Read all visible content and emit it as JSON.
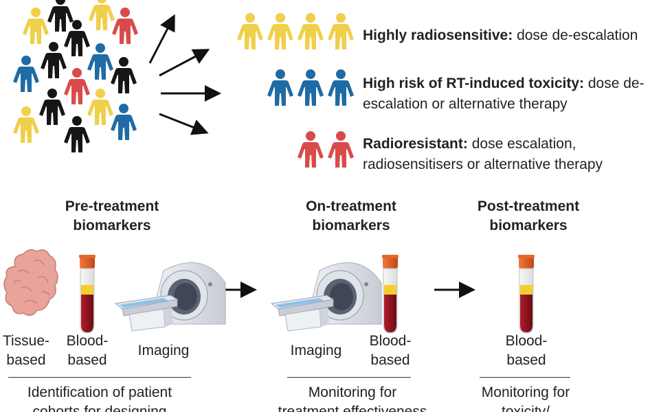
{
  "groups": [
    {
      "label": "Highly radiosensitive:",
      "text_lines": [
        "dose de-escalation"
      ],
      "color": "#F0CF4A"
    },
    {
      "label": "High risk of RT-induced toxicity:",
      "text_lines": [
        "dose de-",
        "escalation or alternative therapy"
      ],
      "color": "#1F6BA5"
    },
    {
      "label": "Radioresistant:",
      "text_lines": [
        "dose escalation,",
        "radiosensitisers or alternative therapy"
      ],
      "color": "#D94B4B"
    }
  ],
  "crowd_colors": {
    "black": "#161616"
  },
  "stages": {
    "pre": {
      "title_lines": [
        "Pre-treatment",
        "biomarkers"
      ],
      "items": [
        {
          "lines": [
            "Tissue-",
            "based"
          ]
        },
        {
          "lines": [
            "Blood-",
            "based"
          ]
        },
        {
          "lines": [
            "Imaging"
          ]
        }
      ],
      "caption_lines": [
        "Identification of patient",
        "cohorts for designing"
      ]
    },
    "on": {
      "title_lines": [
        "On-treatment",
        "biomarkers"
      ],
      "items": [
        {
          "lines": [
            "Imaging"
          ]
        },
        {
          "lines": [
            "Blood-",
            "based"
          ]
        }
      ],
      "caption_lines": [
        "Monitoring for",
        "treatment effectiveness"
      ]
    },
    "post": {
      "title_lines": [
        "Post-treatment",
        "biomarkers"
      ],
      "items": [
        {
          "lines": [
            "Blood-",
            "based"
          ]
        }
      ],
      "caption_lines": [
        "Monitoring for",
        "toxicity/"
      ]
    }
  }
}
